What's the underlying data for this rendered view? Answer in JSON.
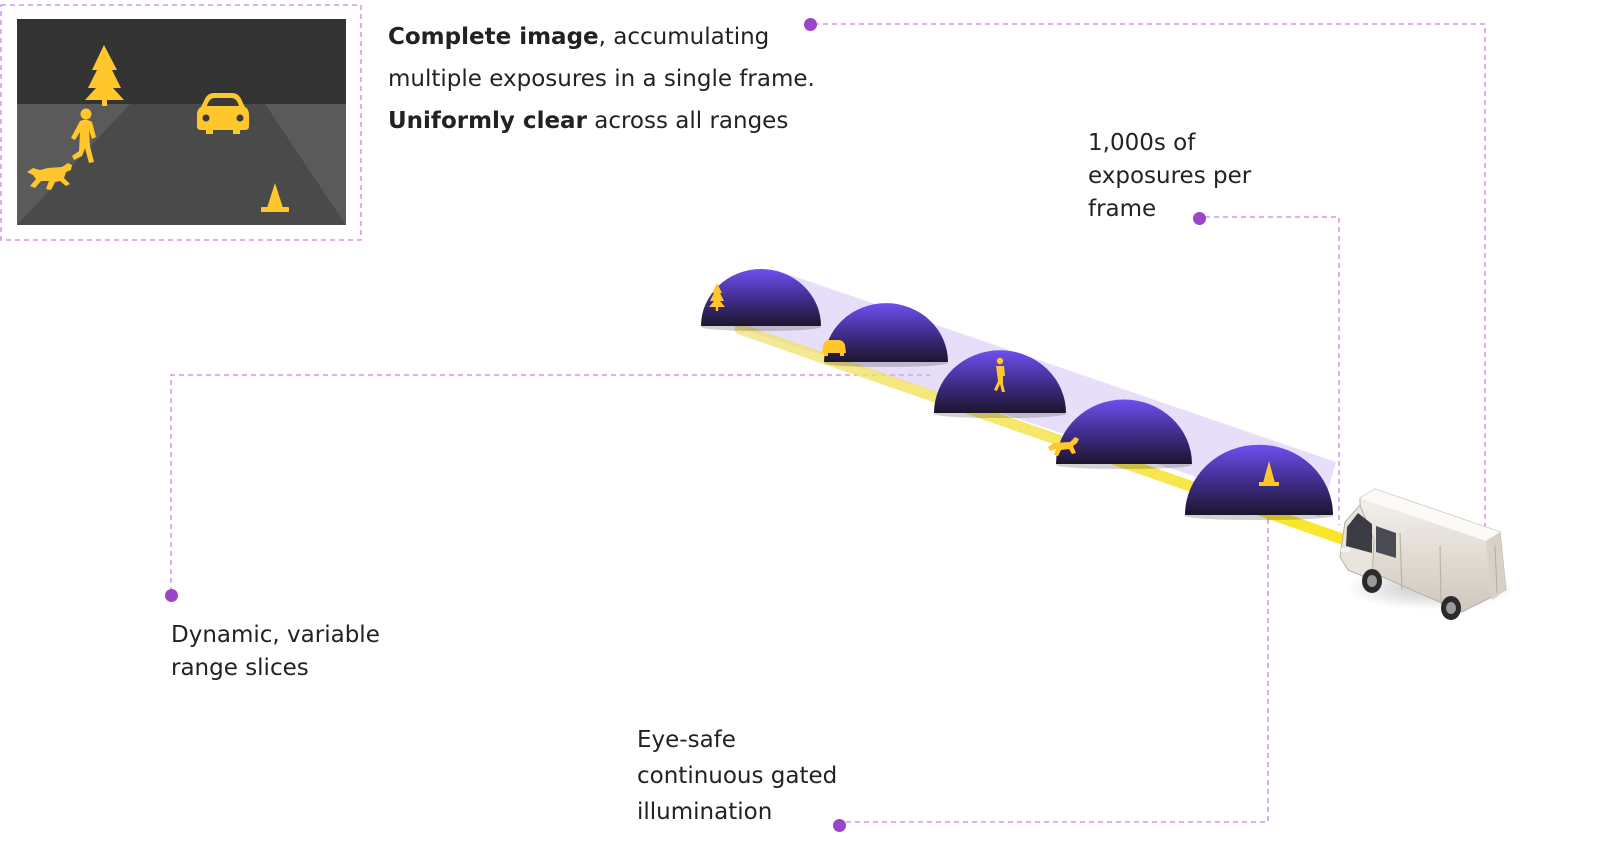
{
  "thumbnail": {
    "panel_colors": {
      "sky": "#333333",
      "road": "#4b4b4b",
      "road_edge": "#5e5e5e",
      "object": "#ffc72c"
    },
    "icons": [
      "tree-icon",
      "car-icon",
      "runner-icon",
      "dog-icon",
      "cone-icon"
    ]
  },
  "headline": {
    "line1_bold": "Complete image",
    "line1_rest": ", accumulating",
    "line2": "multiple exposures in a single frame.",
    "line3_bold": "Uniformly clear",
    "line3_rest": " across all ranges"
  },
  "callouts": {
    "exposures": [
      "1,000s of",
      "exposures per",
      "frame"
    ],
    "range_slices": [
      "Dynamic, variable",
      "range slices"
    ],
    "illumination": [
      "Eye-safe",
      "continuous gated",
      "illumination"
    ]
  },
  "range_slices": {
    "count": 5,
    "icons": [
      "tree-icon",
      "car-icon",
      "runner-icon",
      "dog-icon",
      "cone-icon"
    ]
  },
  "colors": {
    "accent": "#9b45c9",
    "beam": "#f6e24a",
    "dome_top": "#6b4ce6",
    "dome_bottom": "#1e1530",
    "object": "#ffc72c"
  },
  "vehicle": {
    "icon": "delivery-van-icon"
  }
}
